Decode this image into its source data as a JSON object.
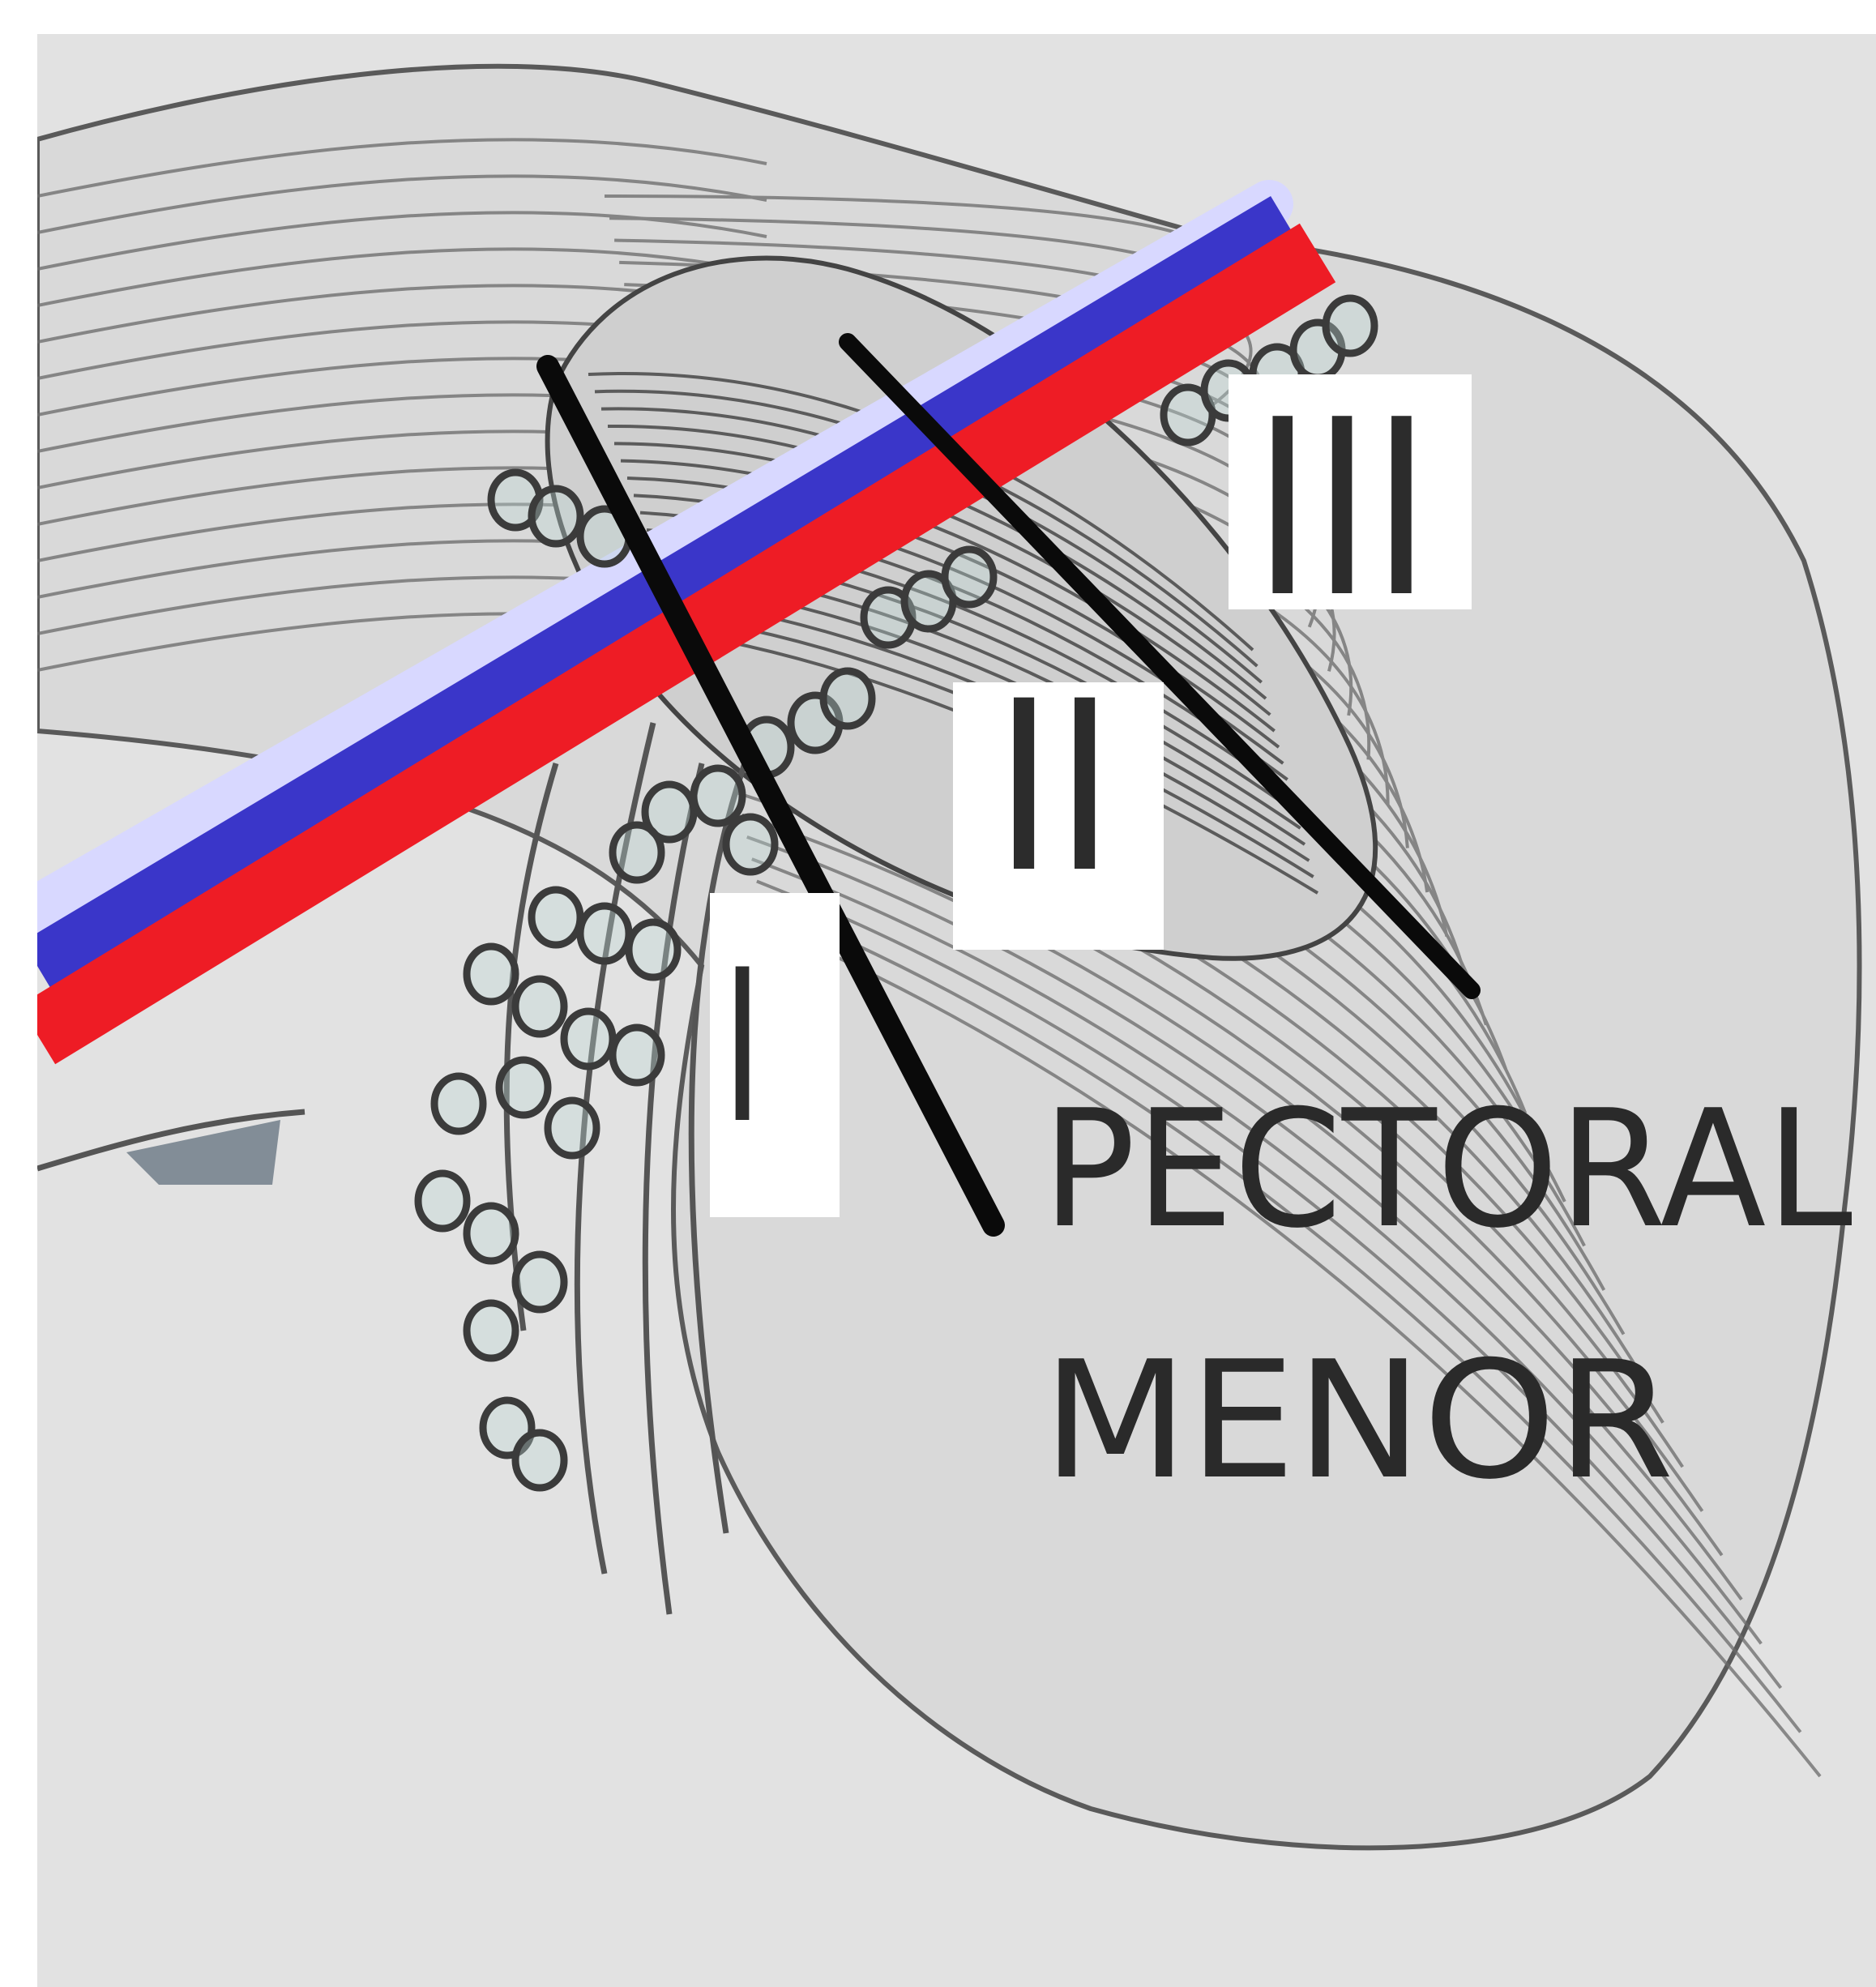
{
  "figure": {
    "levels": [
      "III",
      "II",
      "I"
    ],
    "muscle_label": [
      "PECTORAL",
      "MENOR"
    ],
    "colors": {
      "background": "#e2e2e2",
      "vein": "#3a36c9",
      "artery": "#ee1c25",
      "boundary_line": "#0a0a0a",
      "muscle_fibers": "#4a4a4a"
    },
    "icons": [
      "axillary-vein",
      "axillary-artery",
      "lymph-node"
    ]
  }
}
